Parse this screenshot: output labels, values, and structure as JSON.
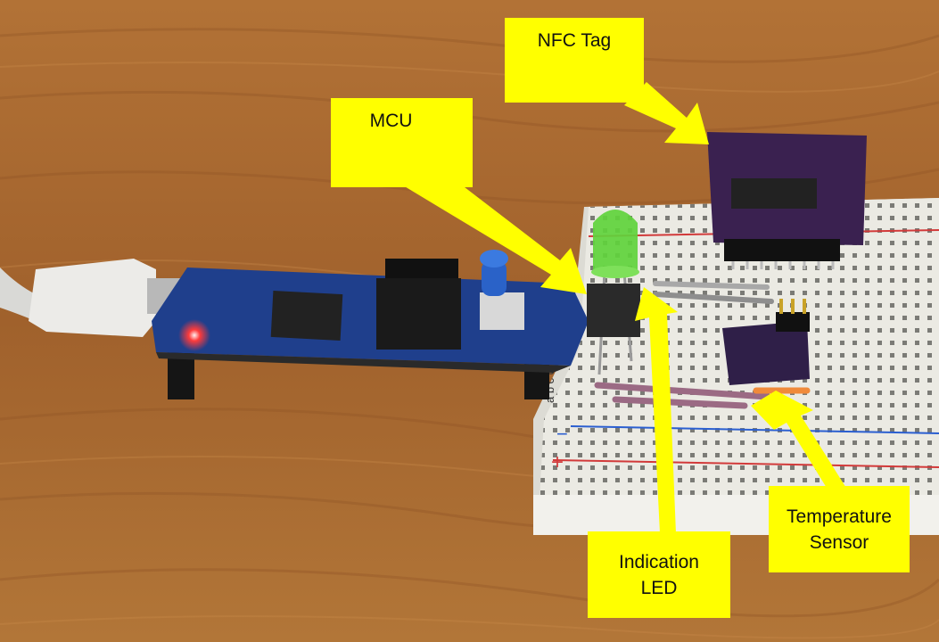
{
  "callouts": {
    "nfc_tag": "NFC Tag",
    "mcu": "MCU",
    "indication_led": "Indication\nLED",
    "temperature_sensor": "Temperature\nSensor"
  },
  "colors": {
    "callout": "#ffff00",
    "wood": "#a7672f",
    "board": "#1f3f8c",
    "breadboard": "#ecebe5",
    "led_green": "#5fd23c",
    "nfc_board": "#3a2150"
  }
}
